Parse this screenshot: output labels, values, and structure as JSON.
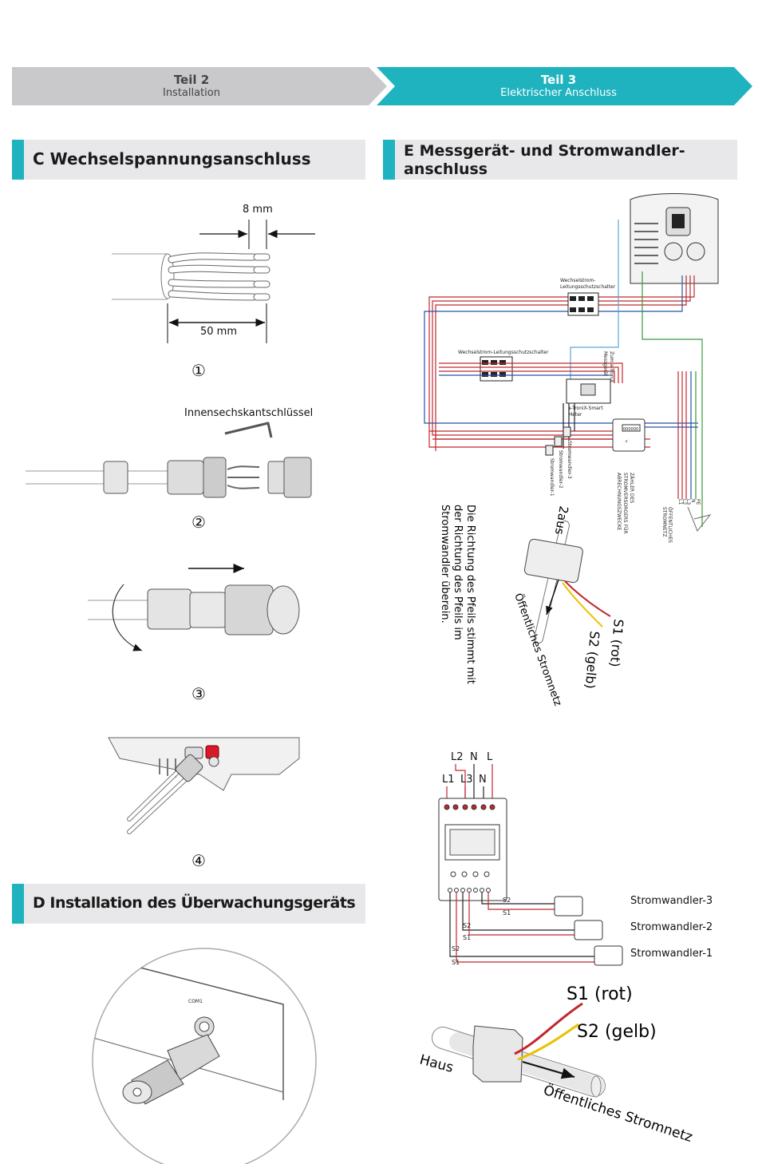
{
  "banner": {
    "part2": {
      "label": "Teil 2",
      "sub": "Installation",
      "color": "#c9c9cc"
    },
    "part3": {
      "label": "Teil 3",
      "sub": "Elektrischer Anschluss",
      "color": "#1fb3bf"
    }
  },
  "sectionC": {
    "title": "C Wechselspannungsanschluss"
  },
  "sectionD": {
    "title": "D Installation des Überwachungsgeräts"
  },
  "sectionE": {
    "title_line1": "E Messgerät- und Stromwandler-",
    "title_line2": "anschluss"
  },
  "stepC": {
    "dim_strip": "8 mm",
    "dim_jacket": "50 mm",
    "step1": "①",
    "tool_label": "Innensechskantschlüssel",
    "step2": "②",
    "step3": "③",
    "step4": "④"
  },
  "stepD": {
    "port_label": "COM1"
  },
  "wiring": {
    "breaker1": "Wechselstrom-",
    "breaker1b": "Leitungsschutzschalter",
    "breaker2": "Wechselstrom-Leitungsschutzschalter",
    "to_meter": "Zum a-TroniX",
    "to_meter2": "Messgerät",
    "smart_meter": "a-TroniX-Smart",
    "smart_meter2": "Meter",
    "meter_display": "000000",
    "utility_meter1": "ZÄHLER DES",
    "utility_meter2": "STROMVERSORGERS FÜR",
    "utility_meter3": "ABRECHNUNGSZWECKE",
    "grid_label1": "ÖFFENTLICHES",
    "grid_label2": "STROMNETZ",
    "ct3": "Stromwandler-3",
    "ct2": "Stromwandler-2",
    "ct1": "Stromwandler-1",
    "pins": [
      "L1",
      "L2",
      "L3",
      "N",
      "PE"
    ],
    "direction_note": [
      "Die Richtung des Pfeils stimmt mit",
      "der Richtung des Pfeils im",
      "Stromwandler überein."
    ],
    "haus_rot": "2aus",
    "s1_rot": "S1 (rot)",
    "s2_gelb": "S2 (gelb)",
    "grid": "Öffentliches Stromnetz"
  },
  "meterDiagram": {
    "top_labels_row1": [
      "L2",
      "N",
      "L"
    ],
    "top_labels_row2": [
      "L1",
      "L3",
      "N"
    ],
    "s2": "S2",
    "s1": "S1",
    "ct3": "Stromwandler-3",
    "ct2": "Stromwandler-2",
    "ct1": "Stromwandler-1"
  },
  "ctBottom": {
    "s1": "S1 (rot)",
    "s2": "S2 (gelb)",
    "haus": "Haus",
    "grid": "Öffentliches Stromnetz"
  }
}
